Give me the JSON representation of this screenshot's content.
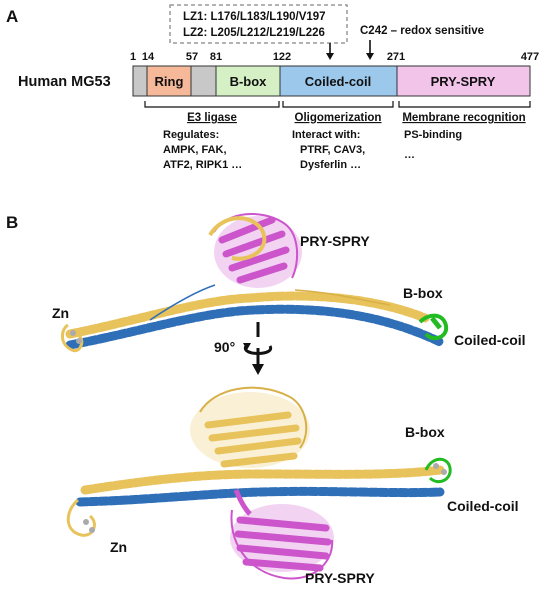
{
  "panel_a": {
    "letter": "A",
    "protein_name": "Human MG53",
    "lz_box": {
      "lz1": "LZ1:  L176/L183/L190/V197",
      "lz2": "LZ2:  L205/L212/L219/L226"
    },
    "redox_label": "C242 – redox sensitive",
    "positions": [
      "1",
      "14",
      "57",
      "81",
      "122",
      "271",
      "477"
    ],
    "domains": [
      {
        "name": "Ring",
        "color": "#f5b99a"
      },
      {
        "name": "B-box",
        "color": "#d4f0c4"
      },
      {
        "name": "Coiled-coil",
        "color": "#9cc8ec"
      },
      {
        "name": "PRY-SPRY",
        "color": "#f2c4ea"
      }
    ],
    "spacer_color": "#c8c8c8",
    "functions": [
      {
        "title": "E3 ligase",
        "lines": [
          "Regulates:",
          "AMPK, FAK,",
          "ATF2, RIPK1 …"
        ]
      },
      {
        "title": "Oligomerization",
        "lines": [
          "Interact with:",
          "PTRF, CAV3,",
          "Dysferlin …"
        ]
      },
      {
        "title": "Membrane recognition",
        "lines": [
          "PS-binding",
          "…"
        ]
      }
    ]
  },
  "panel_b": {
    "letter": "B",
    "rotation_label": "90°",
    "top_labels": {
      "pry_spry": "PRY-SPRY",
      "b_box": "B-box",
      "zn": "Zn",
      "coiled_coil": "Coiled-coil"
    },
    "bottom_labels": {
      "b_box": "B-box",
      "coiled_coil": "Coiled-coil",
      "zn": "Zn",
      "pry_spry": "PRY-SPRY"
    },
    "colors": {
      "pry_spry": "#cc55cc",
      "b_box": "#22bb22",
      "coiled_coil": "#2f6fb8",
      "zn": "#888888",
      "yellow": "#e8c25a"
    }
  }
}
